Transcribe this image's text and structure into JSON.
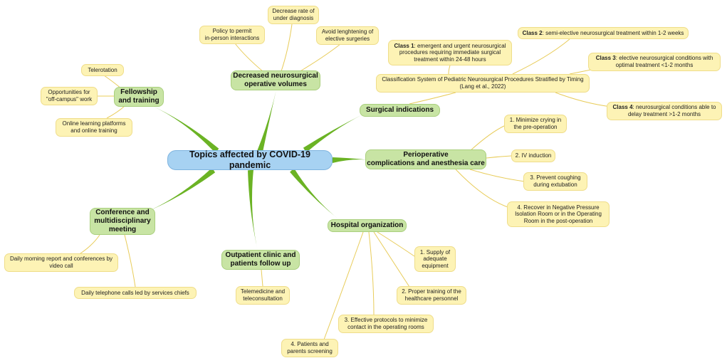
{
  "root": {
    "label": "Topics affected by COVID-19 pandemic"
  },
  "topics": {
    "volumes": {
      "label": "Decreased neurosurgical\noperative volumes",
      "leaves": [
        "Policy to permit\nin-person interactions",
        "Decrease rate of\nunder diagnosis",
        "Avoid lenghtening of\nelective surgeries"
      ]
    },
    "fellowship": {
      "label": "Fellowship\nand training",
      "leaves": [
        "Telerotation",
        "Opportunities for\n\"off-campus\" work",
        "Online learning platforms\nand online training"
      ]
    },
    "surgical": {
      "label": "Surgical indications",
      "classification": "Classification System of Pediatric Neurosurgical Procedures Stratified by Timing\n(Lang et al., 2022)",
      "classes": [
        {
          "bold": "Class 1",
          "text": ": emergent and urgent neurosurgical\nprocedures requiring immediate surgical\ntreatment within 24-48 hours"
        },
        {
          "bold": "Class 2",
          "text": ": semi-elective neurosurgical treatment within 1-2 weeks"
        },
        {
          "bold": "Class 3",
          "text": ": elective neurosurgical conditions with\noptimal treatment <1-2 months"
        },
        {
          "bold": "Class 4",
          "text": ": neurosurgical conditions able to\ndelay treatment >1-2 months"
        }
      ]
    },
    "perioperative": {
      "label": "Perioperative\ncomplications and anesthesia care",
      "leaves": [
        "1. Minimize crying in\nthe pre-operation",
        "2. IV induction",
        "3. Prevent coughing\nduring extubation",
        "4. Recover in Negative Pressure\nIsolation Room or in the Operating\nRoom in the post-operation"
      ]
    },
    "conference": {
      "label": "Conference and\nmultidisciplinary\nmeeting",
      "leaves": [
        "Daily morning report and conferences by\nvideo call",
        "Daily telephone calls led by services chiefs"
      ]
    },
    "outpatient": {
      "label": "Outpatient clinic and\npatients follow up",
      "leaves": [
        "Telemedicine and\nteleconsultation"
      ]
    },
    "hospital": {
      "label": "Hospital organization",
      "leaves": [
        "1. Supply of\nadequate\nequipment",
        "2. Proper training of the\nhealthcare personnel",
        "3. Effective protocols to minimize\ncontact in the operating rooms",
        "4. Patients and\nparents screening"
      ]
    }
  },
  "colors": {
    "root": "#a7d2f2",
    "topic": "#c8e4a4",
    "leaf": "#fdf3b5",
    "branch": "#6bb324",
    "leaf_line": "#e8cc5a"
  }
}
